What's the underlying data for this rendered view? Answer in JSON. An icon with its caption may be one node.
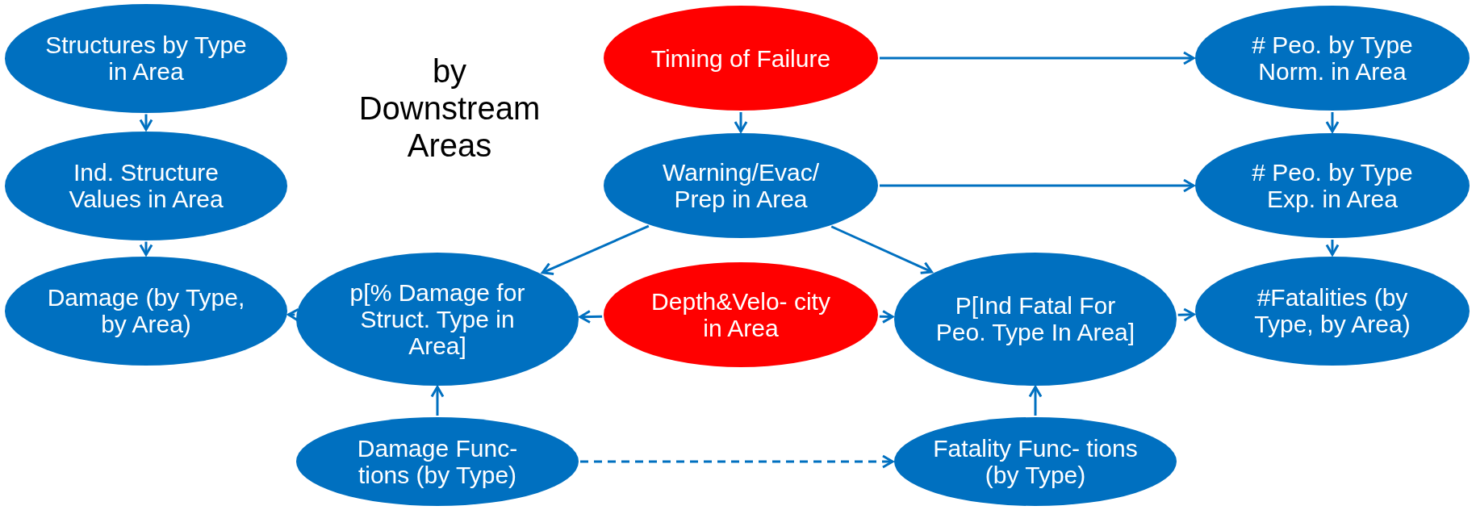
{
  "diagram": {
    "nodes": [
      {
        "text": [
          "Structures by Type in Area"
        ]
      },
      {
        "text": [
          "Ind. Structure Values in Area"
        ]
      },
      {
        "text": [
          "Damage (by Type, by Area)"
        ]
      },
      {
        "text": [
          "p[% Damage for Struct. Type in Area]"
        ]
      },
      {
        "text": [
          "Damage Func- tions (by Type)"
        ]
      },
      {
        "text": [
          "Timing of Failure"
        ]
      },
      {
        "text": [
          "Warning/Evac/ Prep in Area"
        ]
      },
      {
        "text": [
          "Depth&Velo- city in Area"
        ]
      },
      {
        "text": [
          "P[Ind Fatal For Peo. Type In Area]"
        ]
      },
      {
        "text": [
          "Fatality Func- tions (by Type)"
        ]
      },
      {
        "text": [
          "# Peo. by Type Norm. in Area"
        ]
      },
      {
        "text": [
          "# Peo. by Type Exp. in Area"
        ]
      },
      {
        "text": [
          "#Fatalities (by Type, by Area)"
        ]
      }
    ],
    "edges": [
      {
        "from": 0,
        "to": 1,
        "arrow": "to"
      },
      {
        "from": 1,
        "to": 2,
        "arrow": "to"
      },
      {
        "from": 3,
        "to": 2,
        "arrow": "to"
      },
      {
        "from": 7,
        "to": 3,
        "arrow": "to"
      },
      {
        "from": 4,
        "to": 3,
        "arrow": "to"
      },
      {
        "from": 5,
        "to": 6,
        "arrow": "to"
      },
      {
        "from": 5,
        "to": 10,
        "arrow": "to"
      },
      {
        "from": 6,
        "to": 11,
        "arrow": "to"
      },
      {
        "from": 6,
        "to": 3,
        "arrow": "to"
      },
      {
        "from": 6,
        "to": 8,
        "arrow": "to"
      },
      {
        "from": 7,
        "to": 8,
        "arrow": "to"
      },
      {
        "from": 9,
        "to": 8,
        "arrow": "to"
      },
      {
        "from": 4,
        "to": 9,
        "arrow": "to",
        "style": "dashed"
      },
      {
        "from": 10,
        "to": 11,
        "arrow": "to"
      },
      {
        "from": 11,
        "to": 12,
        "arrow": "to"
      },
      {
        "from": 8,
        "to": 12,
        "arrow": "to"
      }
    ],
    "labels": [
      "by Downstream Areas"
    ]
  }
}
